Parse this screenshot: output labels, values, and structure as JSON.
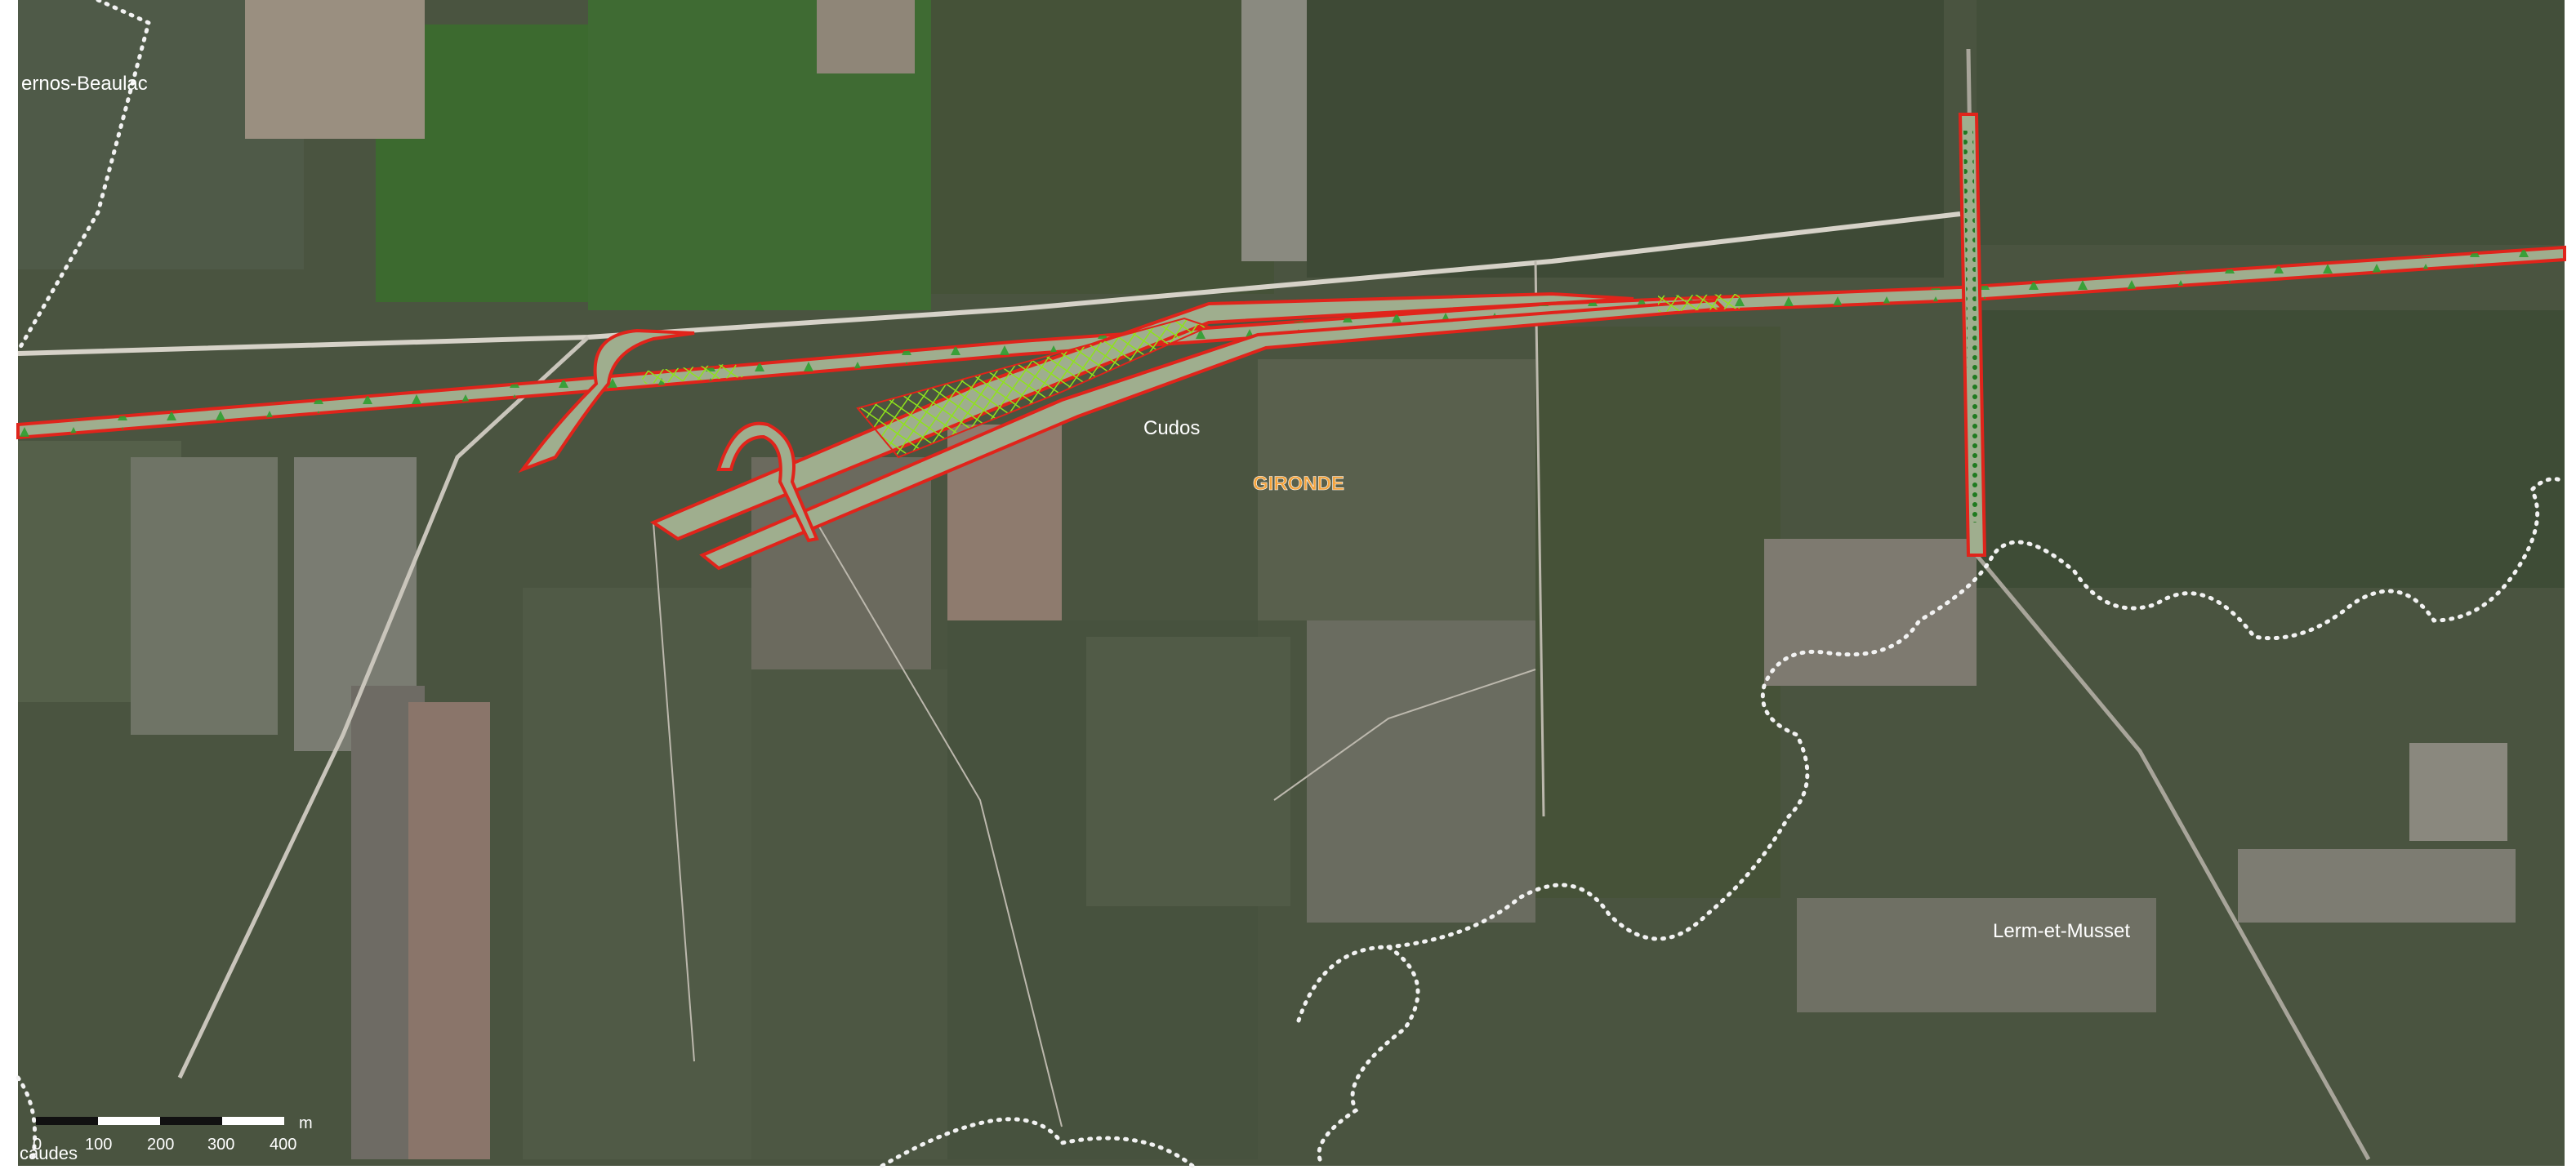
{
  "map": {
    "labels": {
      "commune_top_left": "ernos-Beaulac",
      "cudos": "Cudos",
      "gironde": "GIRONDE",
      "lerm": "Lerm-et-Musset",
      "commune_bottom_left": "caudes"
    },
    "scale_bar": {
      "unit": "m",
      "ticks": [
        "0",
        "100",
        "200",
        "300",
        "400"
      ]
    },
    "colors": {
      "corridor_fill": "#9fae8e",
      "corridor_edge": "#e0241b",
      "tree_symbol": "#2f9e2f",
      "hatch": "#8fe21c",
      "boundary": "#f2f2f2",
      "background": "#4a5440"
    }
  }
}
